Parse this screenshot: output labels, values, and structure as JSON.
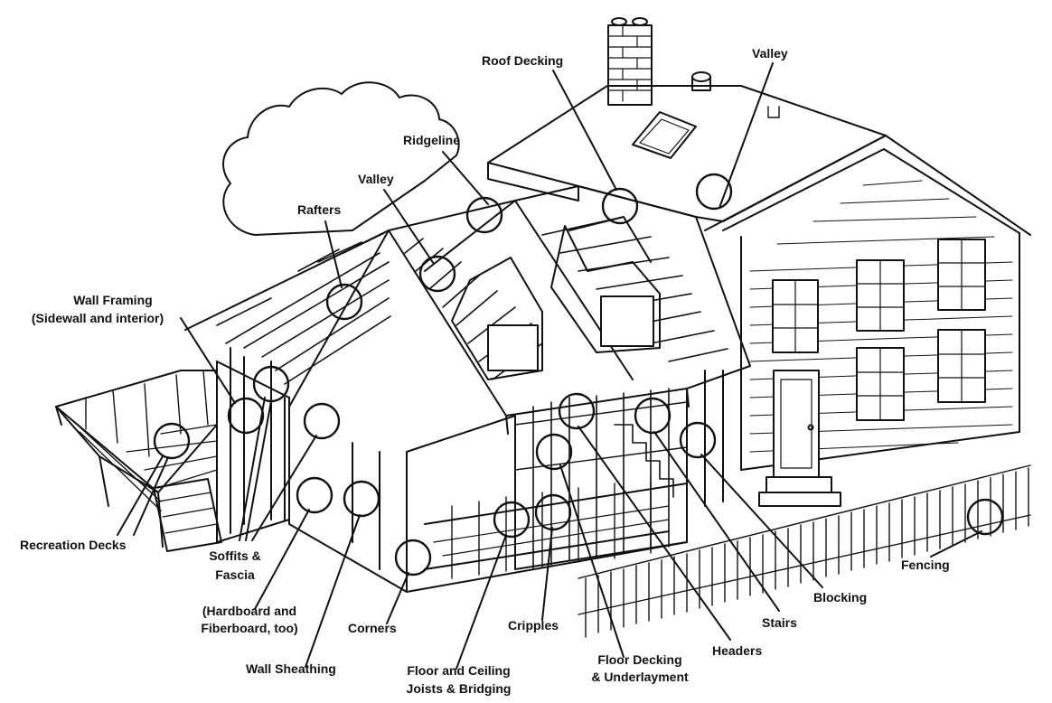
{
  "labels": {
    "roof_decking": "Roof Decking",
    "valley_top": "Valley",
    "ridgeline": "Ridgeline",
    "valley_mid": "Valley",
    "rafters": "Rafters",
    "wall_framing_1": "Wall Framing",
    "wall_framing_2": "(Sidewall and interior)",
    "recreation_decks": "Recreation Decks",
    "soffits_1": "Soffits &",
    "soffits_2": "Fascia",
    "hardboard_1": "(Hardboard and",
    "hardboard_2": "Fiberboard, too)",
    "wall_sheathing": "Wall Sheathing",
    "corners": "Corners",
    "floor_ceiling_1": "Floor and Ceiling",
    "floor_ceiling_2": "Joists & Bridging",
    "cripples": "Cripples",
    "floor_decking_1": "Floor Decking",
    "floor_decking_2": "& Underlayment",
    "headers": "Headers",
    "stairs": "Stairs",
    "blocking": "Blocking",
    "fencing": "Fencing"
  },
  "colors": {
    "ink": "#111111",
    "paper": "#ffffff"
  }
}
